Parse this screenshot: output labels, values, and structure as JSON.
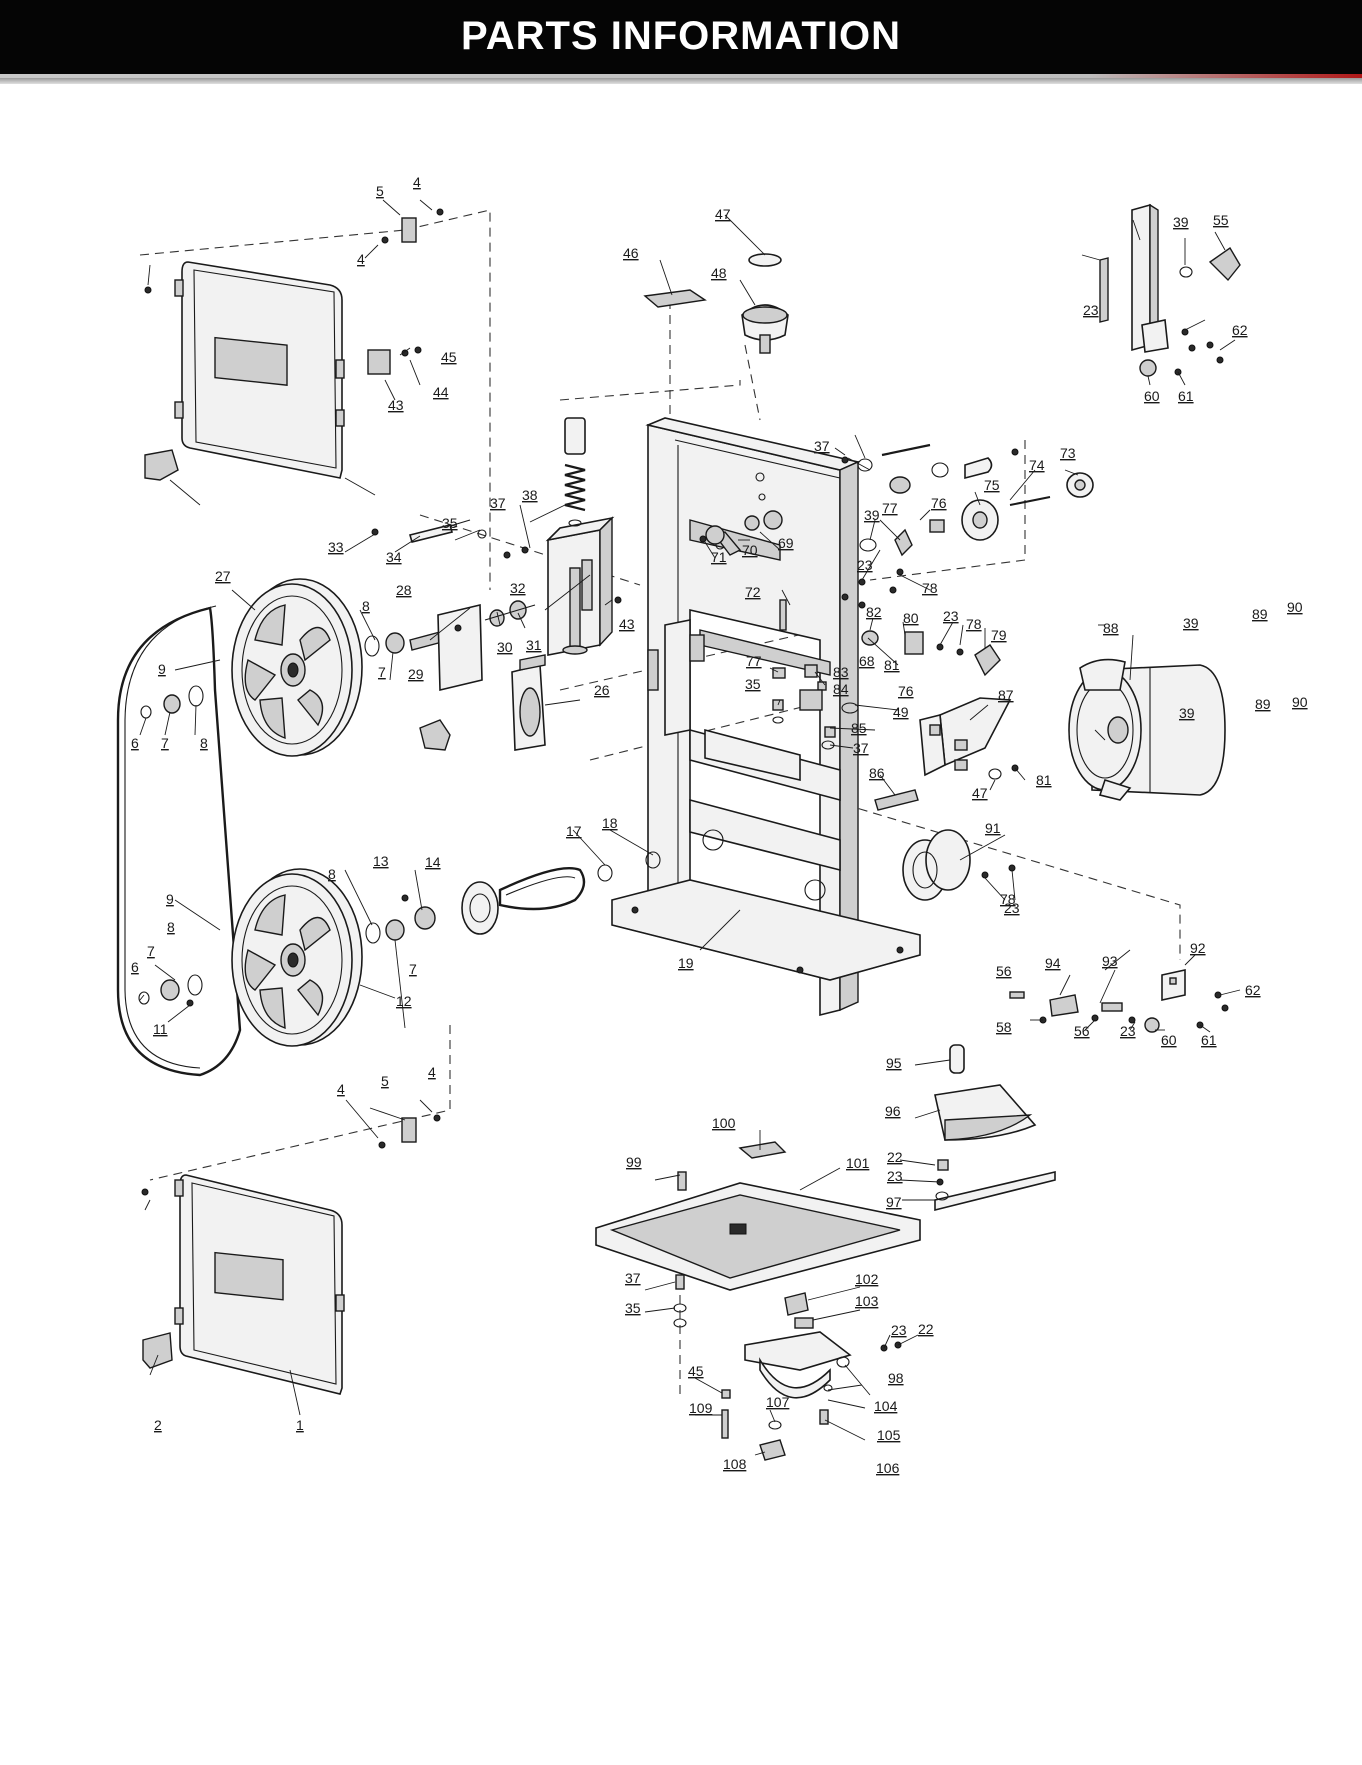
{
  "header": {
    "title": "PARTS INFORMATION"
  },
  "diagram": {
    "part_labels": [
      "1",
      "2",
      "4",
      "5",
      "6",
      "7",
      "8",
      "9",
      "11",
      "12",
      "13",
      "14",
      "17",
      "18",
      "19",
      "22",
      "23",
      "26",
      "27",
      "28",
      "29",
      "30",
      "31",
      "32",
      "33",
      "34",
      "35",
      "37",
      "38",
      "39",
      "43",
      "44",
      "45",
      "46",
      "47",
      "48",
      "49",
      "55",
      "56",
      "58",
      "60",
      "61",
      "62",
      "68",
      "69",
      "70",
      "71",
      "72",
      "73",
      "74",
      "75",
      "76",
      "77",
      "78",
      "79",
      "80",
      "81",
      "82",
      "83",
      "84",
      "85",
      "86",
      "87",
      "88",
      "89",
      "90",
      "91",
      "92",
      "93",
      "94",
      "95",
      "96",
      "97",
      "98",
      "99",
      "100",
      "101",
      "102",
      "103",
      "104",
      "105",
      "106",
      "107",
      "108",
      "109"
    ]
  },
  "colors": {
    "header_bg": "#050505",
    "header_text": "#ffffff",
    "accent": "#b01818",
    "line": "#1a1a1a"
  }
}
